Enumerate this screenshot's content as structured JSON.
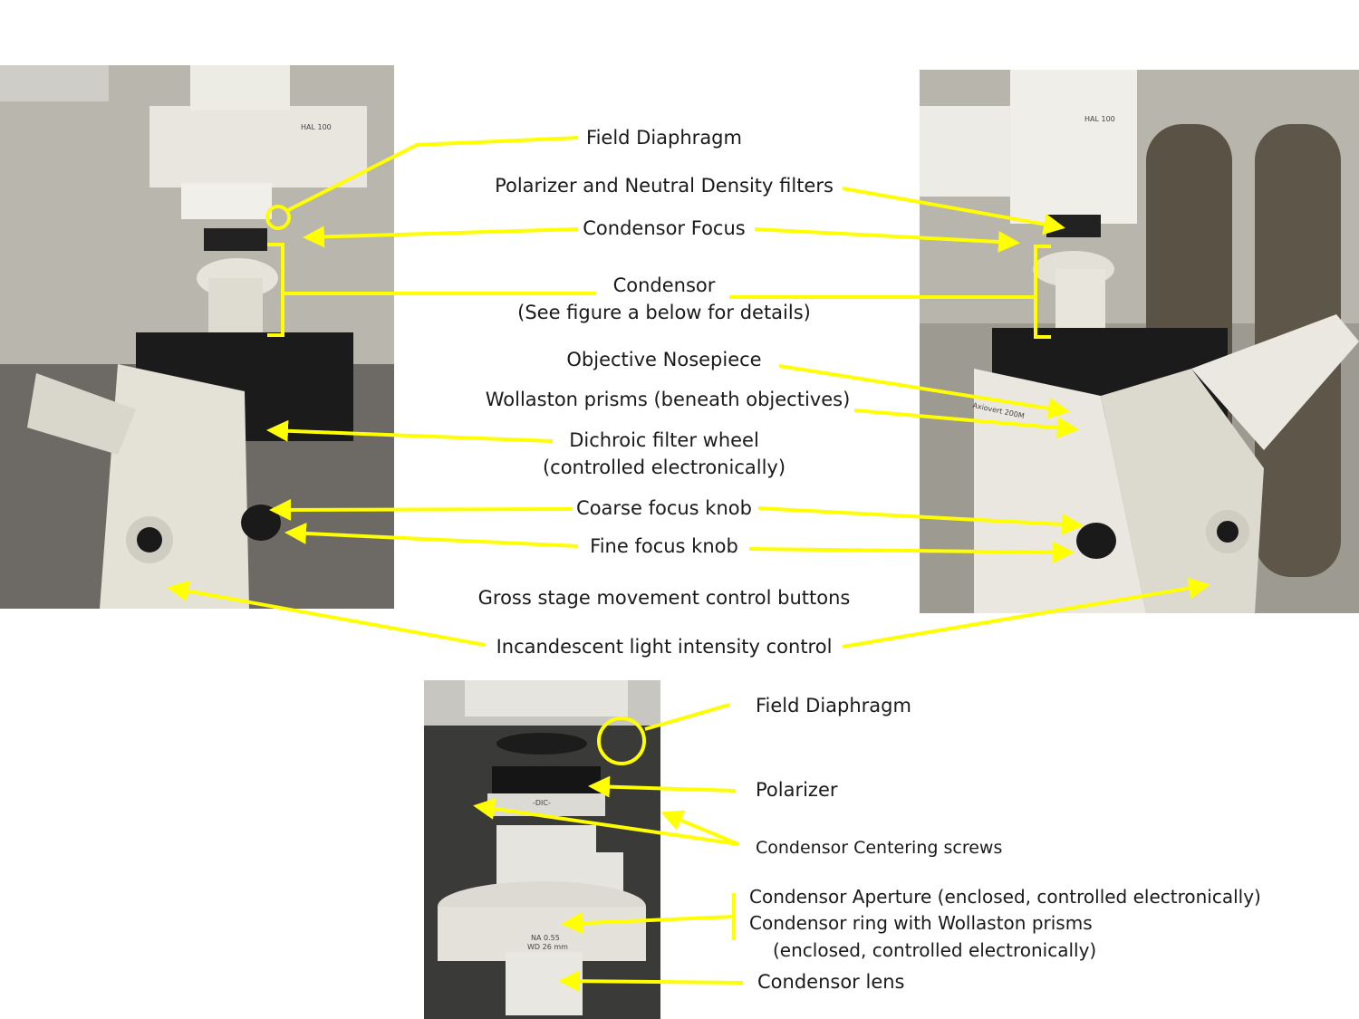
{
  "colors": {
    "annotation": "#ffff00",
    "text": "#1a1a1a"
  },
  "top_labels": {
    "field_diaphragm": "Field Diaphragm",
    "polarizer_nd": "Polarizer and Neutral Density filters",
    "condensor_focus": "Condensor Focus",
    "condensor": "Condensor",
    "condensor_note": "(See figure a below for details)",
    "objective_nosepiece": "Objective Nosepiece",
    "wollaston": "Wollaston prisms (beneath objectives)",
    "dichroic": "Dichroic filter wheel",
    "dichroic_note": "(controlled electronically)",
    "coarse_focus": "Coarse focus knob",
    "fine_focus": "Fine focus knob",
    "gross_stage": "Gross stage movement control buttons",
    "incandescent": "Incandescent light intensity control"
  },
  "bottom_labels": {
    "field_diaphragm": "Field Diaphragm",
    "polarizer": "Polarizer",
    "centering_screws": "Condensor Centering screws",
    "aperture": "Condensor Aperture (enclosed, controlled electronically)",
    "ring": "Condensor ring with Wollaston prisms",
    "ring_note": "(enclosed, controlled electronically)",
    "lens": "Condensor lens"
  },
  "photo_text": {
    "lamp_left": "HAL 100",
    "lamp_right": "HAL 100",
    "model": "Axiovert 200M",
    "dic": "-DIC-",
    "na": "NA 0.55",
    "wd": "WD 26 mm"
  }
}
